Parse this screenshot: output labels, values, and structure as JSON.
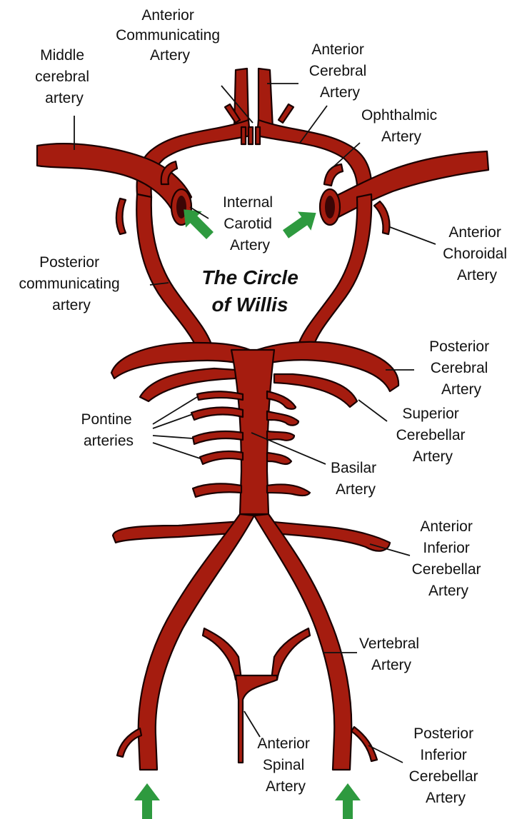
{
  "title": [
    "The Circle",
    "of Willis"
  ],
  "colors": {
    "artery": "#a51c0f",
    "outline": "#1a0000",
    "arrow": "#2e9a3f"
  },
  "labels": {
    "anterior_communicating": [
      "Anterior",
      "Communicating",
      "Artery"
    ],
    "middle_cerebral": [
      "Middle",
      "cerebral",
      "artery"
    ],
    "anterior_cerebral": [
      "Anterior",
      "Cerebral",
      "Artery"
    ],
    "ophthalmic": [
      "Ophthalmic",
      "Artery"
    ],
    "internal_carotid": [
      "Internal",
      "Carotid",
      "Artery"
    ],
    "anterior_choroidal": [
      "Anterior",
      "Choroidal",
      "Artery"
    ],
    "posterior_communicating": [
      "Posterior",
      "communicating",
      "artery"
    ],
    "posterior_cerebral": [
      "Posterior",
      "Cerebral",
      "Artery"
    ],
    "superior_cerebellar": [
      "Superior",
      "Cerebellar",
      "Artery"
    ],
    "pontine": [
      "Pontine",
      "arteries"
    ],
    "basilar": [
      "Basilar",
      "Artery"
    ],
    "anterior_inferior_cerebellar": [
      "Anterior",
      "Inferior",
      "Cerebellar",
      "Artery"
    ],
    "vertebral": [
      "Vertebral",
      "Artery"
    ],
    "anterior_spinal": [
      "Anterior",
      "Spinal",
      "Artery"
    ],
    "posterior_inferior_cerebellar": [
      "Posterior",
      "Inferior",
      "Cerebellar",
      "Artery"
    ]
  }
}
